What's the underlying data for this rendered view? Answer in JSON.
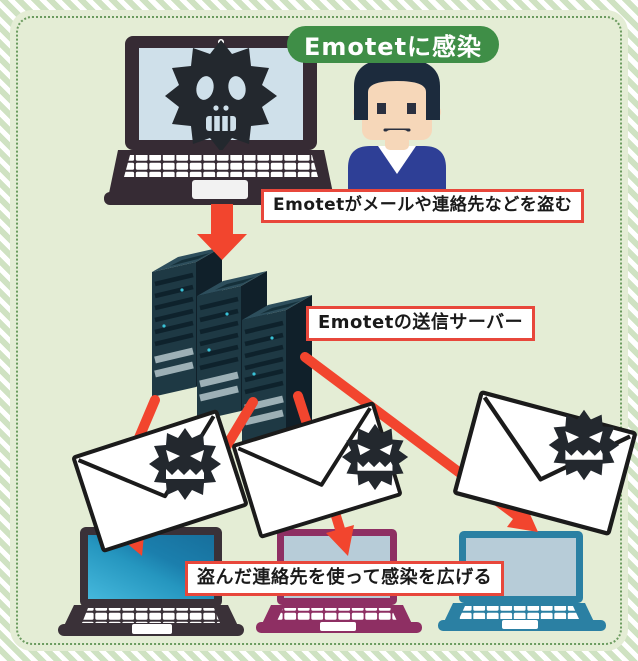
{
  "title_badge": {
    "label": "Emotetに感染"
  },
  "captions": {
    "steal": "Emotetがメールや連絡先などを盗む",
    "server": "Emotetの送信サーバー",
    "spread": "盗んだ連絡先を使って感染を広げる"
  },
  "icons": {
    "infected_laptop": "laptop-with-skull-virus-icon",
    "victim_person": "worried-person-icon",
    "send_server": "server-rack-cluster-icon",
    "malware_mail": "envelope-with-virus-icon",
    "victim_laptops": [
      "blue-laptop-icon",
      "magenta-laptop-icon",
      "teal-laptop-icon"
    ],
    "flow_arrows": "red-arrow-icons"
  },
  "colors": {
    "panel_bg": "#e4edd5",
    "stripe_green": "#cfe2c2",
    "badge_green": "#3f8e47",
    "caption_border_red": "#e8473b",
    "arrow_red": "#f2452e",
    "virus_black": "#23282e",
    "server_front": "#1e3944",
    "server_top": "#2d4e5c",
    "server_side": "#10202a",
    "laptop_dark_frame": "#362b34",
    "laptop_blue_screen": "#2596bf",
    "laptop_magenta_frame": "#8e2f63",
    "laptop_teal_frame": "#2b80a3",
    "pale_screen": "#b7ccd8",
    "person_shirt_navy": "#2e3f96",
    "skin": "#f6d7b9"
  }
}
